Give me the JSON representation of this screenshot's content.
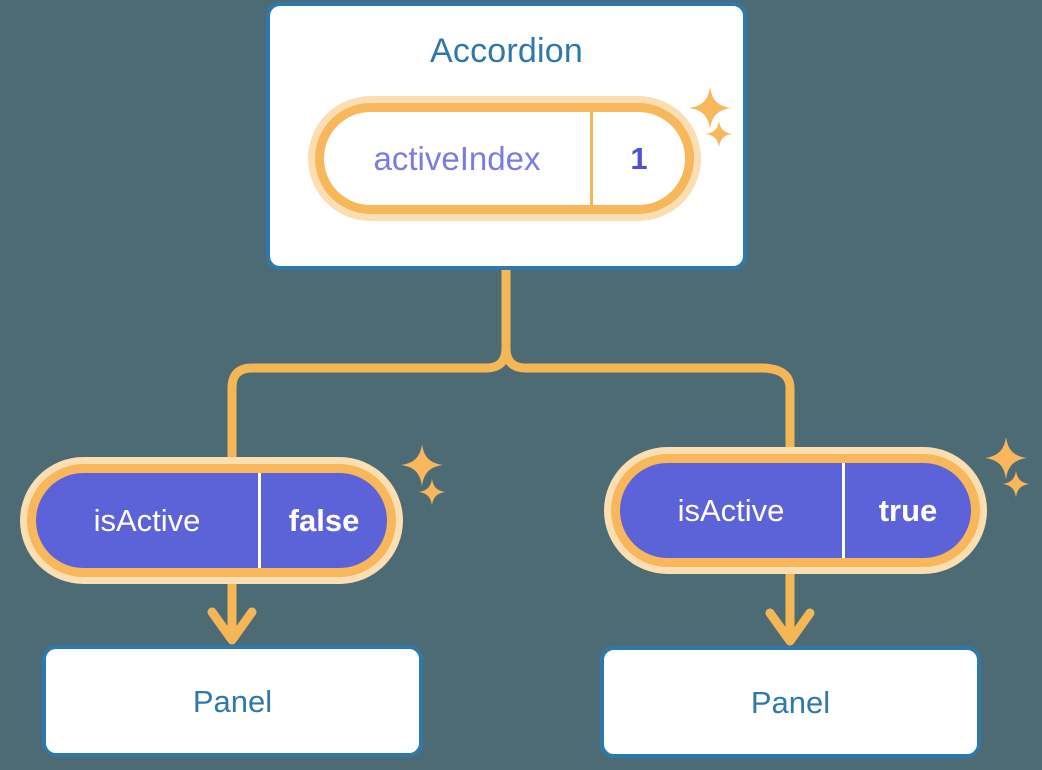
{
  "diagram": {
    "type": "component-state-tree",
    "background_color": "#4d6b75",
    "accent_orange": "#f5b756",
    "accent_orange_soft": "#fbdfb3",
    "accent_blue": "#2d79ab",
    "accent_purple": "#5c63d8",
    "accent_purple_text": "#7a7ce4",
    "accent_purple_value": "#4e50d8"
  },
  "root": {
    "title": "Accordion",
    "state": {
      "key": "activeIndex",
      "value": "1"
    }
  },
  "children": [
    {
      "state": {
        "key": "isActive",
        "value": "false"
      },
      "panel_title": "Panel"
    },
    {
      "state": {
        "key": "isActive",
        "value": "true"
      },
      "panel_title": "Panel"
    }
  ],
  "icons": {
    "sparkle_large": "sparkle-icon",
    "sparkle_small": "sparkle-small-icon",
    "arrow_down": "arrow-down-icon",
    "branch": "branch-connector-icon"
  }
}
